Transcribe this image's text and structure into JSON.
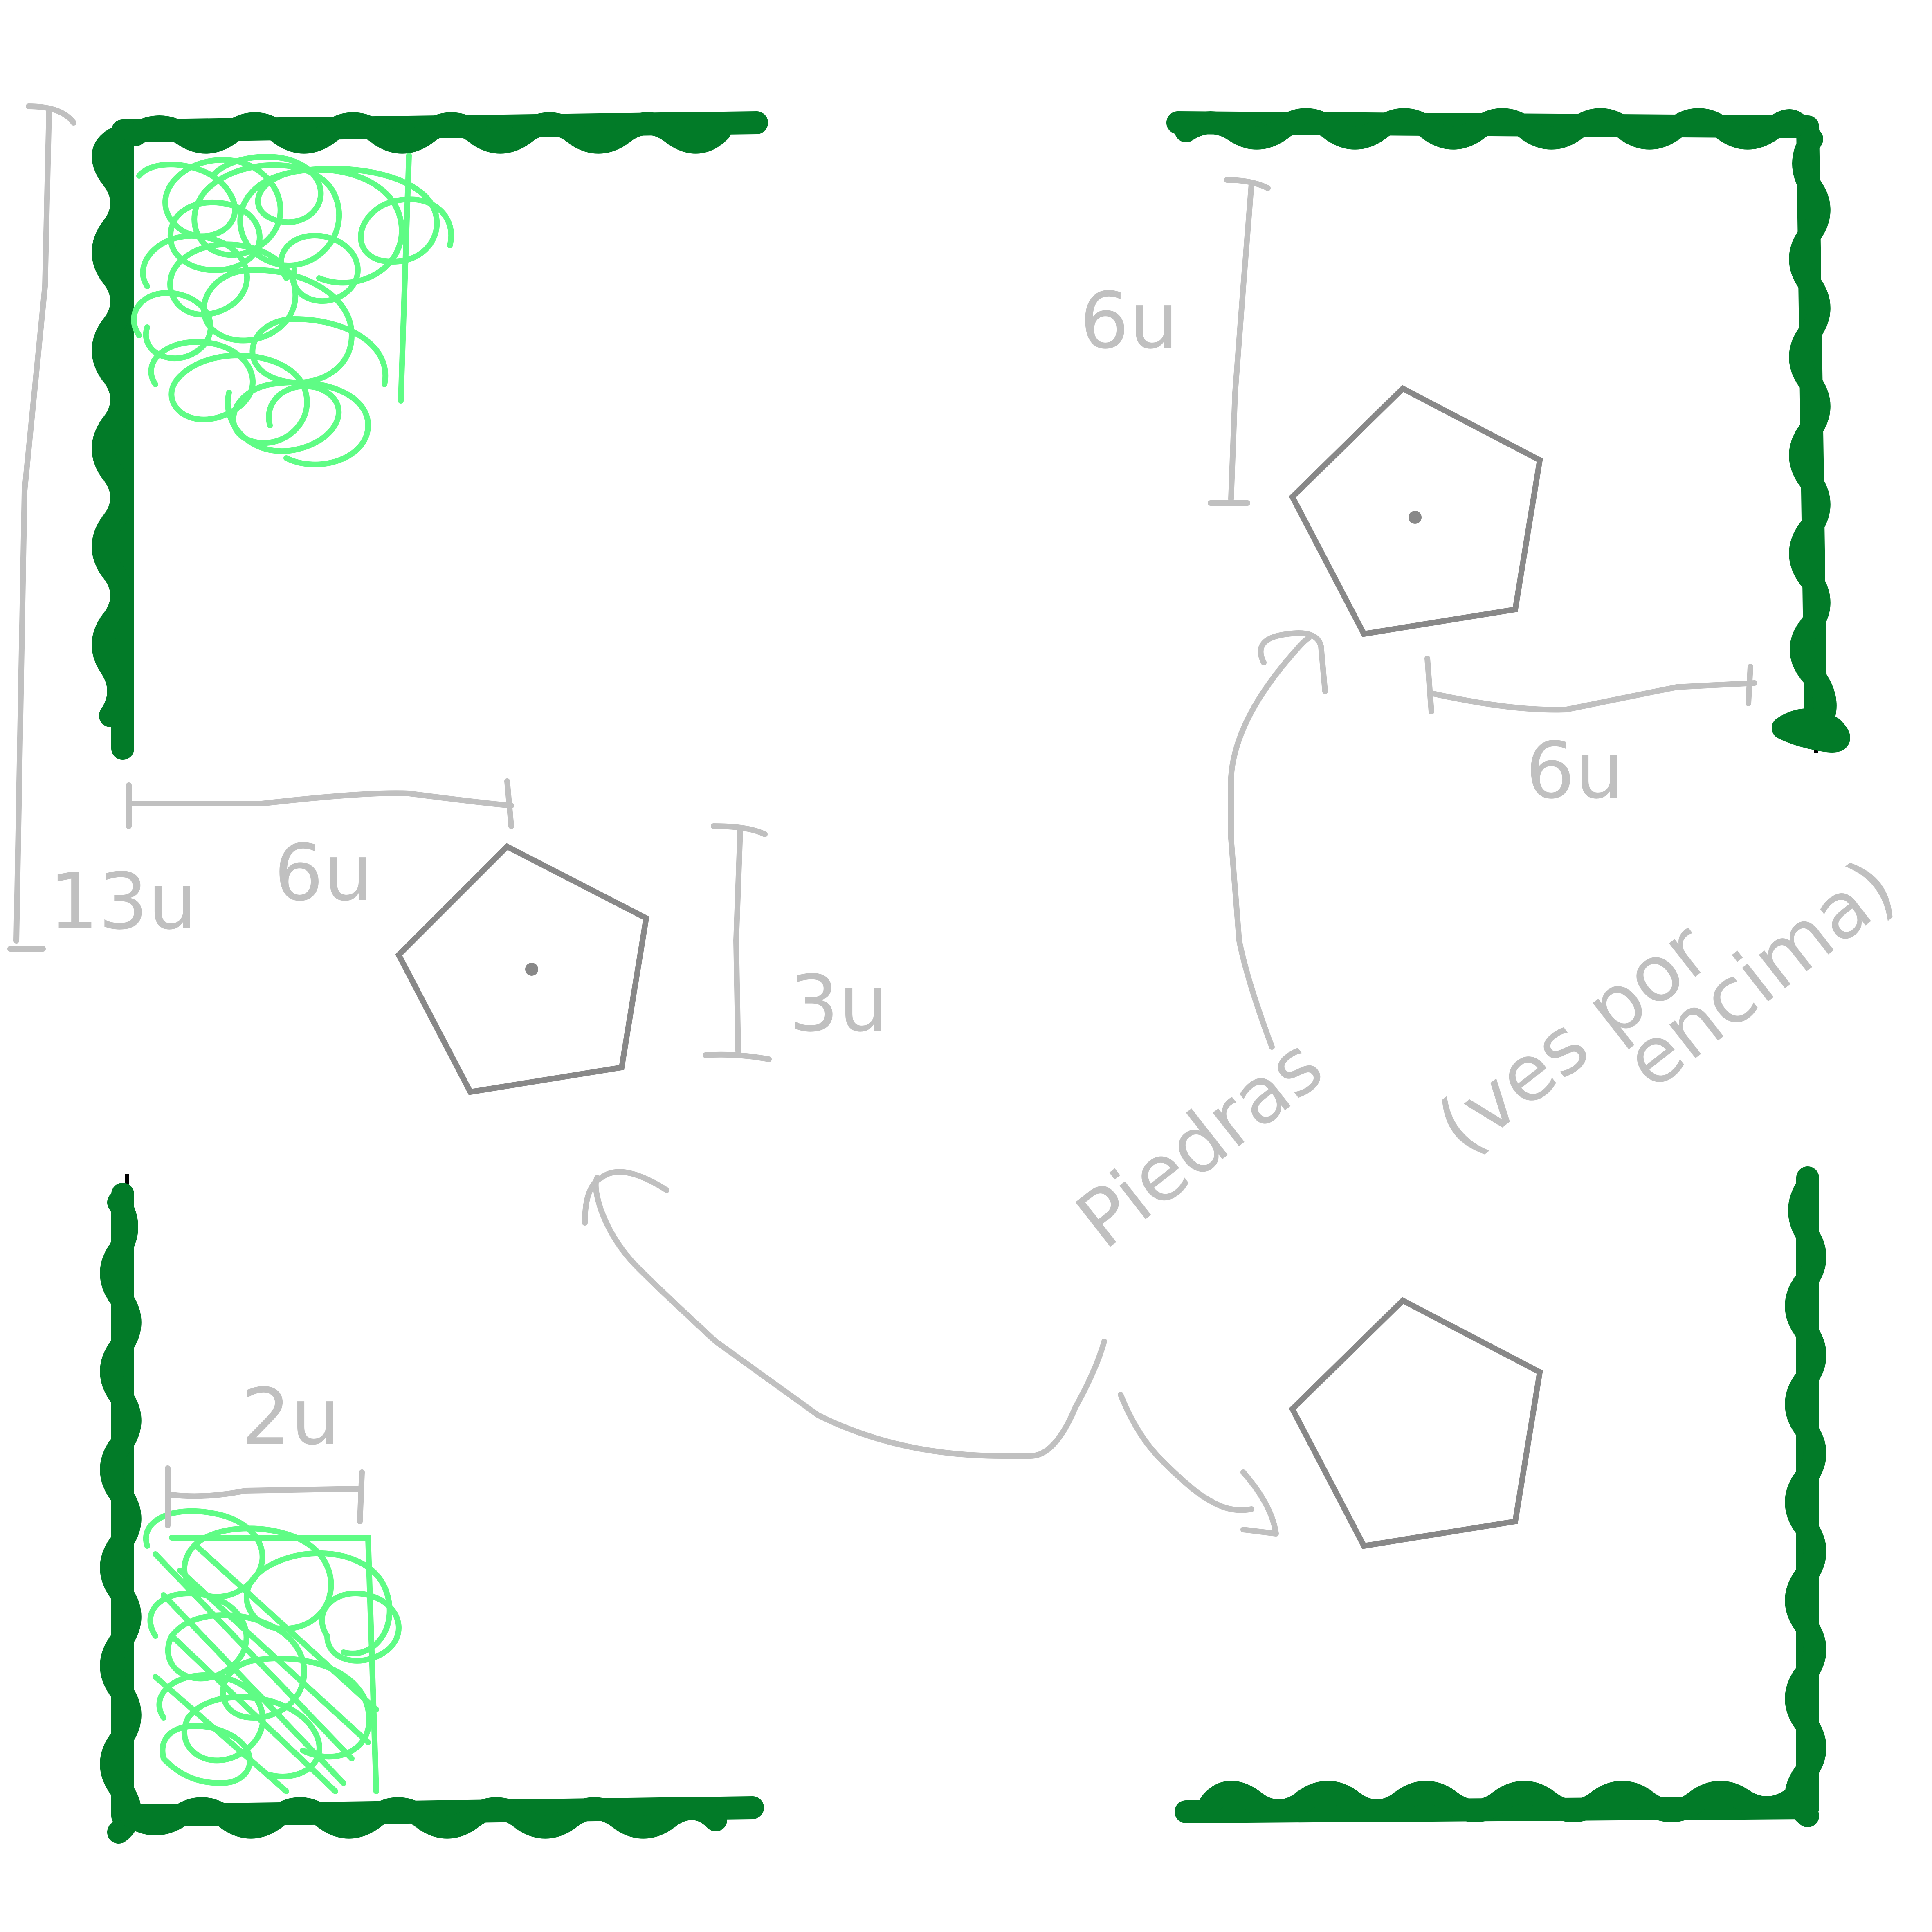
{
  "labels": {
    "dim_13u": "13u",
    "dim_6u_left": "6u",
    "dim_3u": "3u",
    "dim_6u_top_right_vertical": "6u",
    "dim_6u_top_right_horizontal": "6u",
    "dim_2u": "2u",
    "stones_label": "Piedras",
    "stones_note_line1": "(ves por",
    "stones_note_line2": "encima)"
  },
  "colors": {
    "hedge": "#027b28",
    "grass": "#5ffc85",
    "stone_outline": "#888888",
    "annotation": "#c0c0c0"
  },
  "elements": {
    "hedges": [
      "top-left",
      "top-right",
      "bottom-left",
      "bottom-right"
    ],
    "grass_patches": [
      "top-left",
      "bottom-left"
    ],
    "stones": [
      "left-center",
      "top-right",
      "bottom-right"
    ]
  }
}
